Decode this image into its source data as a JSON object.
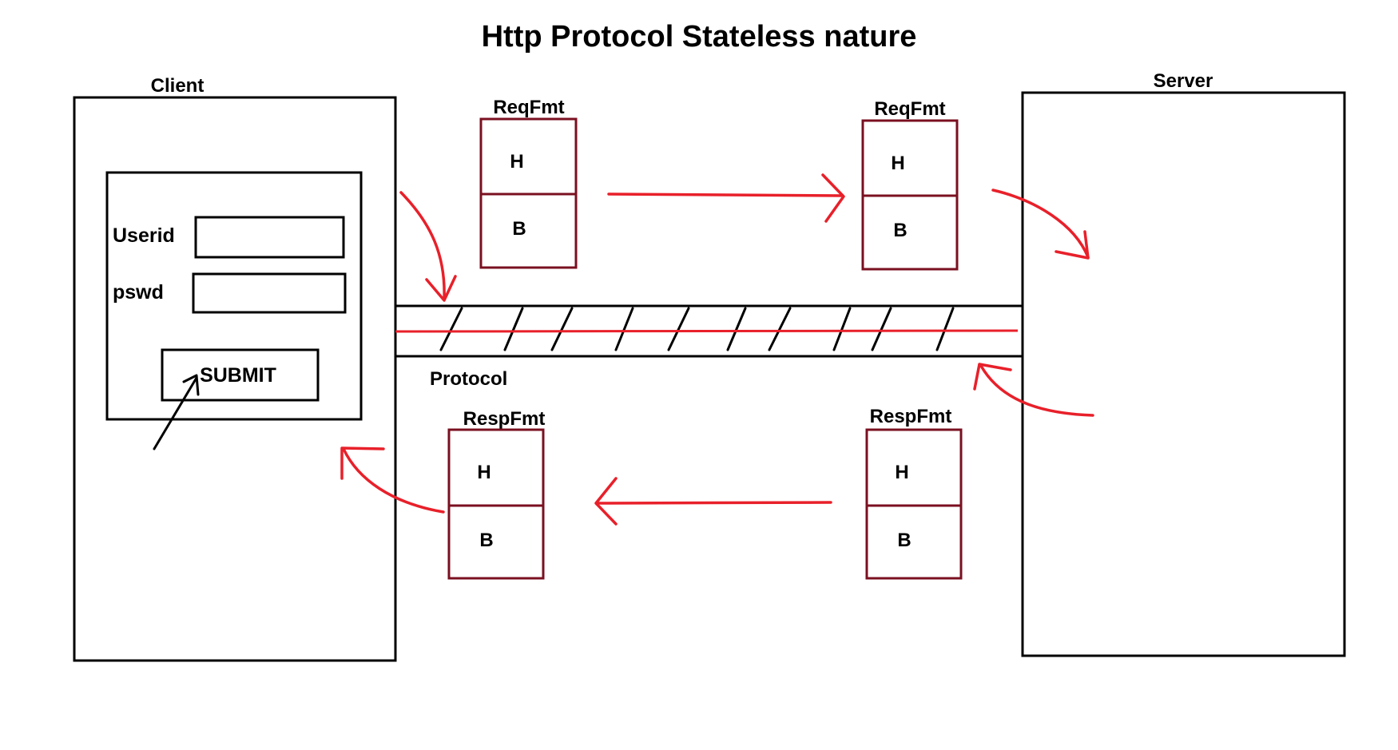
{
  "title": "Http Protocol Stateless nature",
  "client": {
    "label": "Client",
    "form": {
      "userid_label": "Userid",
      "pswd_label": "pswd",
      "submit_label": "SUBMIT"
    }
  },
  "server": {
    "label": "Server"
  },
  "protocol": {
    "label": "Protocol"
  },
  "packets": {
    "req_left": {
      "label": "ReqFmt",
      "header": "H",
      "body": "B"
    },
    "req_right": {
      "label": "ReqFmt",
      "header": "H",
      "body": "B"
    },
    "resp_left": {
      "label": "RespFmt",
      "header": "H",
      "body": "B"
    },
    "resp_right": {
      "label": "RespFmt",
      "header": "H",
      "body": "B"
    }
  },
  "colors": {
    "ink": "#000000",
    "arrow": "#e8202a",
    "packet_border": "#7a1020"
  }
}
